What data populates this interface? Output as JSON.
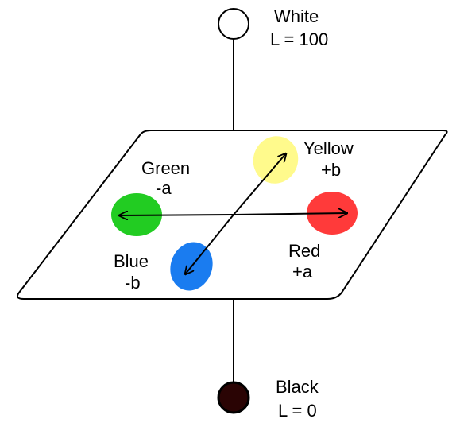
{
  "poles": {
    "white": {
      "name": "White",
      "value": "L = 100",
      "fill": "#ffffff"
    },
    "black": {
      "name": "Black",
      "value": "L = 0",
      "fill": "#2a0404"
    }
  },
  "axes": {
    "yellow": {
      "name": "Yellow",
      "sign": "+b",
      "fill": "#fffa8c"
    },
    "green": {
      "name": "Green",
      "sign": "-a",
      "fill": "#22cc22"
    },
    "red": {
      "name": "Red",
      "sign": "+a",
      "fill": "#ff3a3a"
    },
    "blue": {
      "name": "Blue",
      "sign": "-b",
      "fill": "#1a7cf0"
    }
  }
}
